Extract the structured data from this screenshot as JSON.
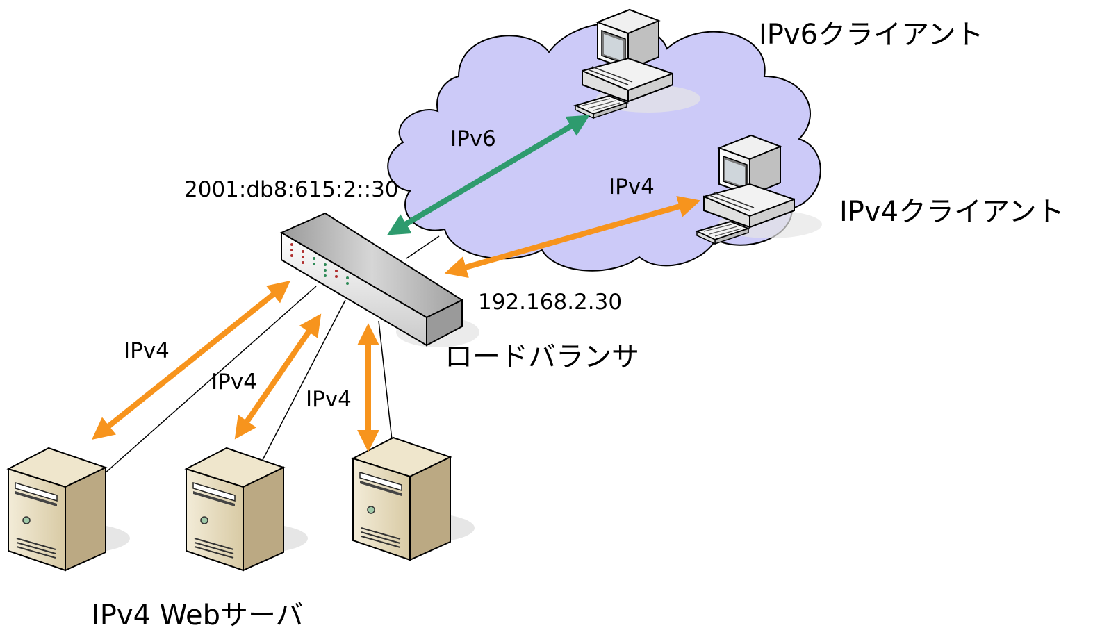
{
  "labels": {
    "ipv6_client": "IPv6クライアント",
    "ipv4_client": "IPv4クライアント",
    "load_balancer": "ロードバランサ",
    "web_servers": "IPv4 Webサーバ",
    "ipv6_address": "2001:db8:615:2::30",
    "ipv4_address": "192.168.2.30",
    "link_ipv6": "IPv6",
    "link_ipv4_client": "IPv4",
    "link_ipv4_server1": "IPv4",
    "link_ipv4_server2": "IPv4",
    "link_ipv4_server3": "IPv4"
  },
  "colors": {
    "cloud_fill": "#cccaf8",
    "ipv6_arrow": "#2e9b6e",
    "ipv4_arrow": "#f7941d",
    "server_body": "#e6dcc0",
    "server_side": "#b9a882"
  },
  "icons": [
    "cloud-icon",
    "desktop-computer-icon",
    "keyboard-icon",
    "load-balancer-appliance-icon",
    "tower-server-icon"
  ]
}
